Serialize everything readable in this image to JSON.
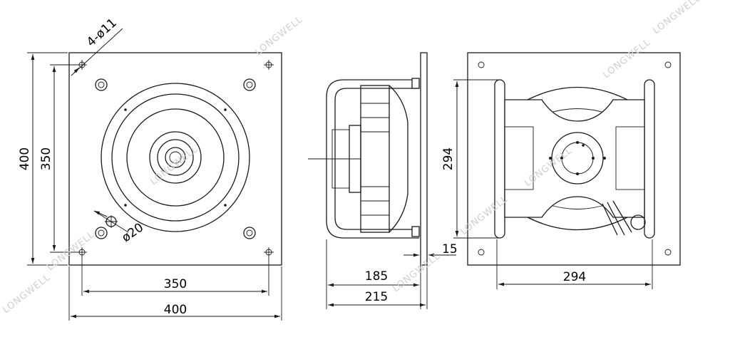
{
  "dimensions": {
    "front_width": "400",
    "front_hole_spacing_x": "350",
    "front_height": "400",
    "front_hole_spacing_y": "350",
    "hole_callout": "4-ø11",
    "cable_callout": "ø20",
    "side_depth_total": "215",
    "side_depth_body": "185",
    "flange_thickness": "15",
    "back_width": "294",
    "back_height": "294"
  },
  "watermark": "LONGWELL",
  "colors": {
    "line": "#1a1a1a",
    "watermark": "#cfcfcf",
    "background": "#ffffff"
  }
}
